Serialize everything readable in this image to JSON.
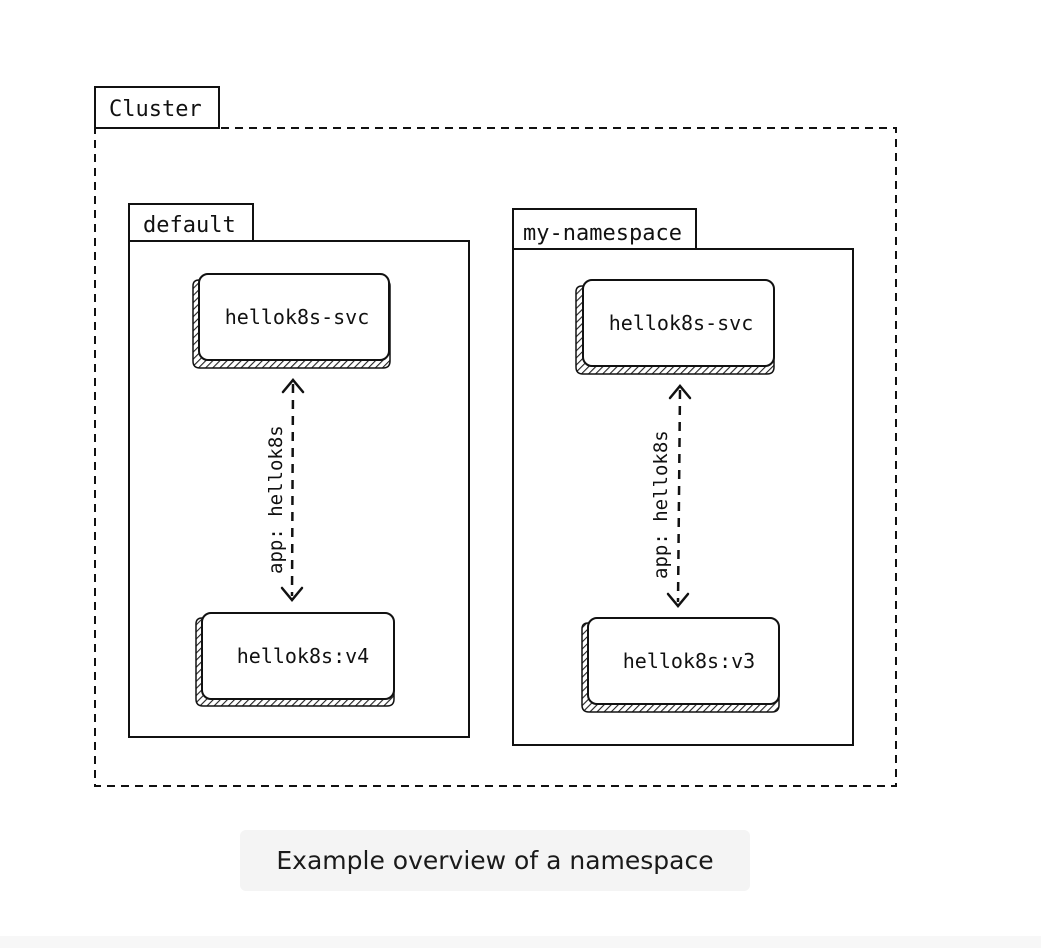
{
  "cluster": {
    "label": "Cluster"
  },
  "namespaces": [
    {
      "name": "default",
      "service": "hellok8s-svc",
      "pod": "hellok8s:v4",
      "selector": "app: hellok8s"
    },
    {
      "name": "my-namespace",
      "service": "hellok8s-svc",
      "pod": "hellok8s:v3",
      "selector": "app: hellok8s"
    }
  ],
  "caption": "Example overview of a namespace",
  "colors": {
    "stroke": "#111111",
    "caption_bg": "#f4f4f4",
    "background": "#ffffff"
  }
}
